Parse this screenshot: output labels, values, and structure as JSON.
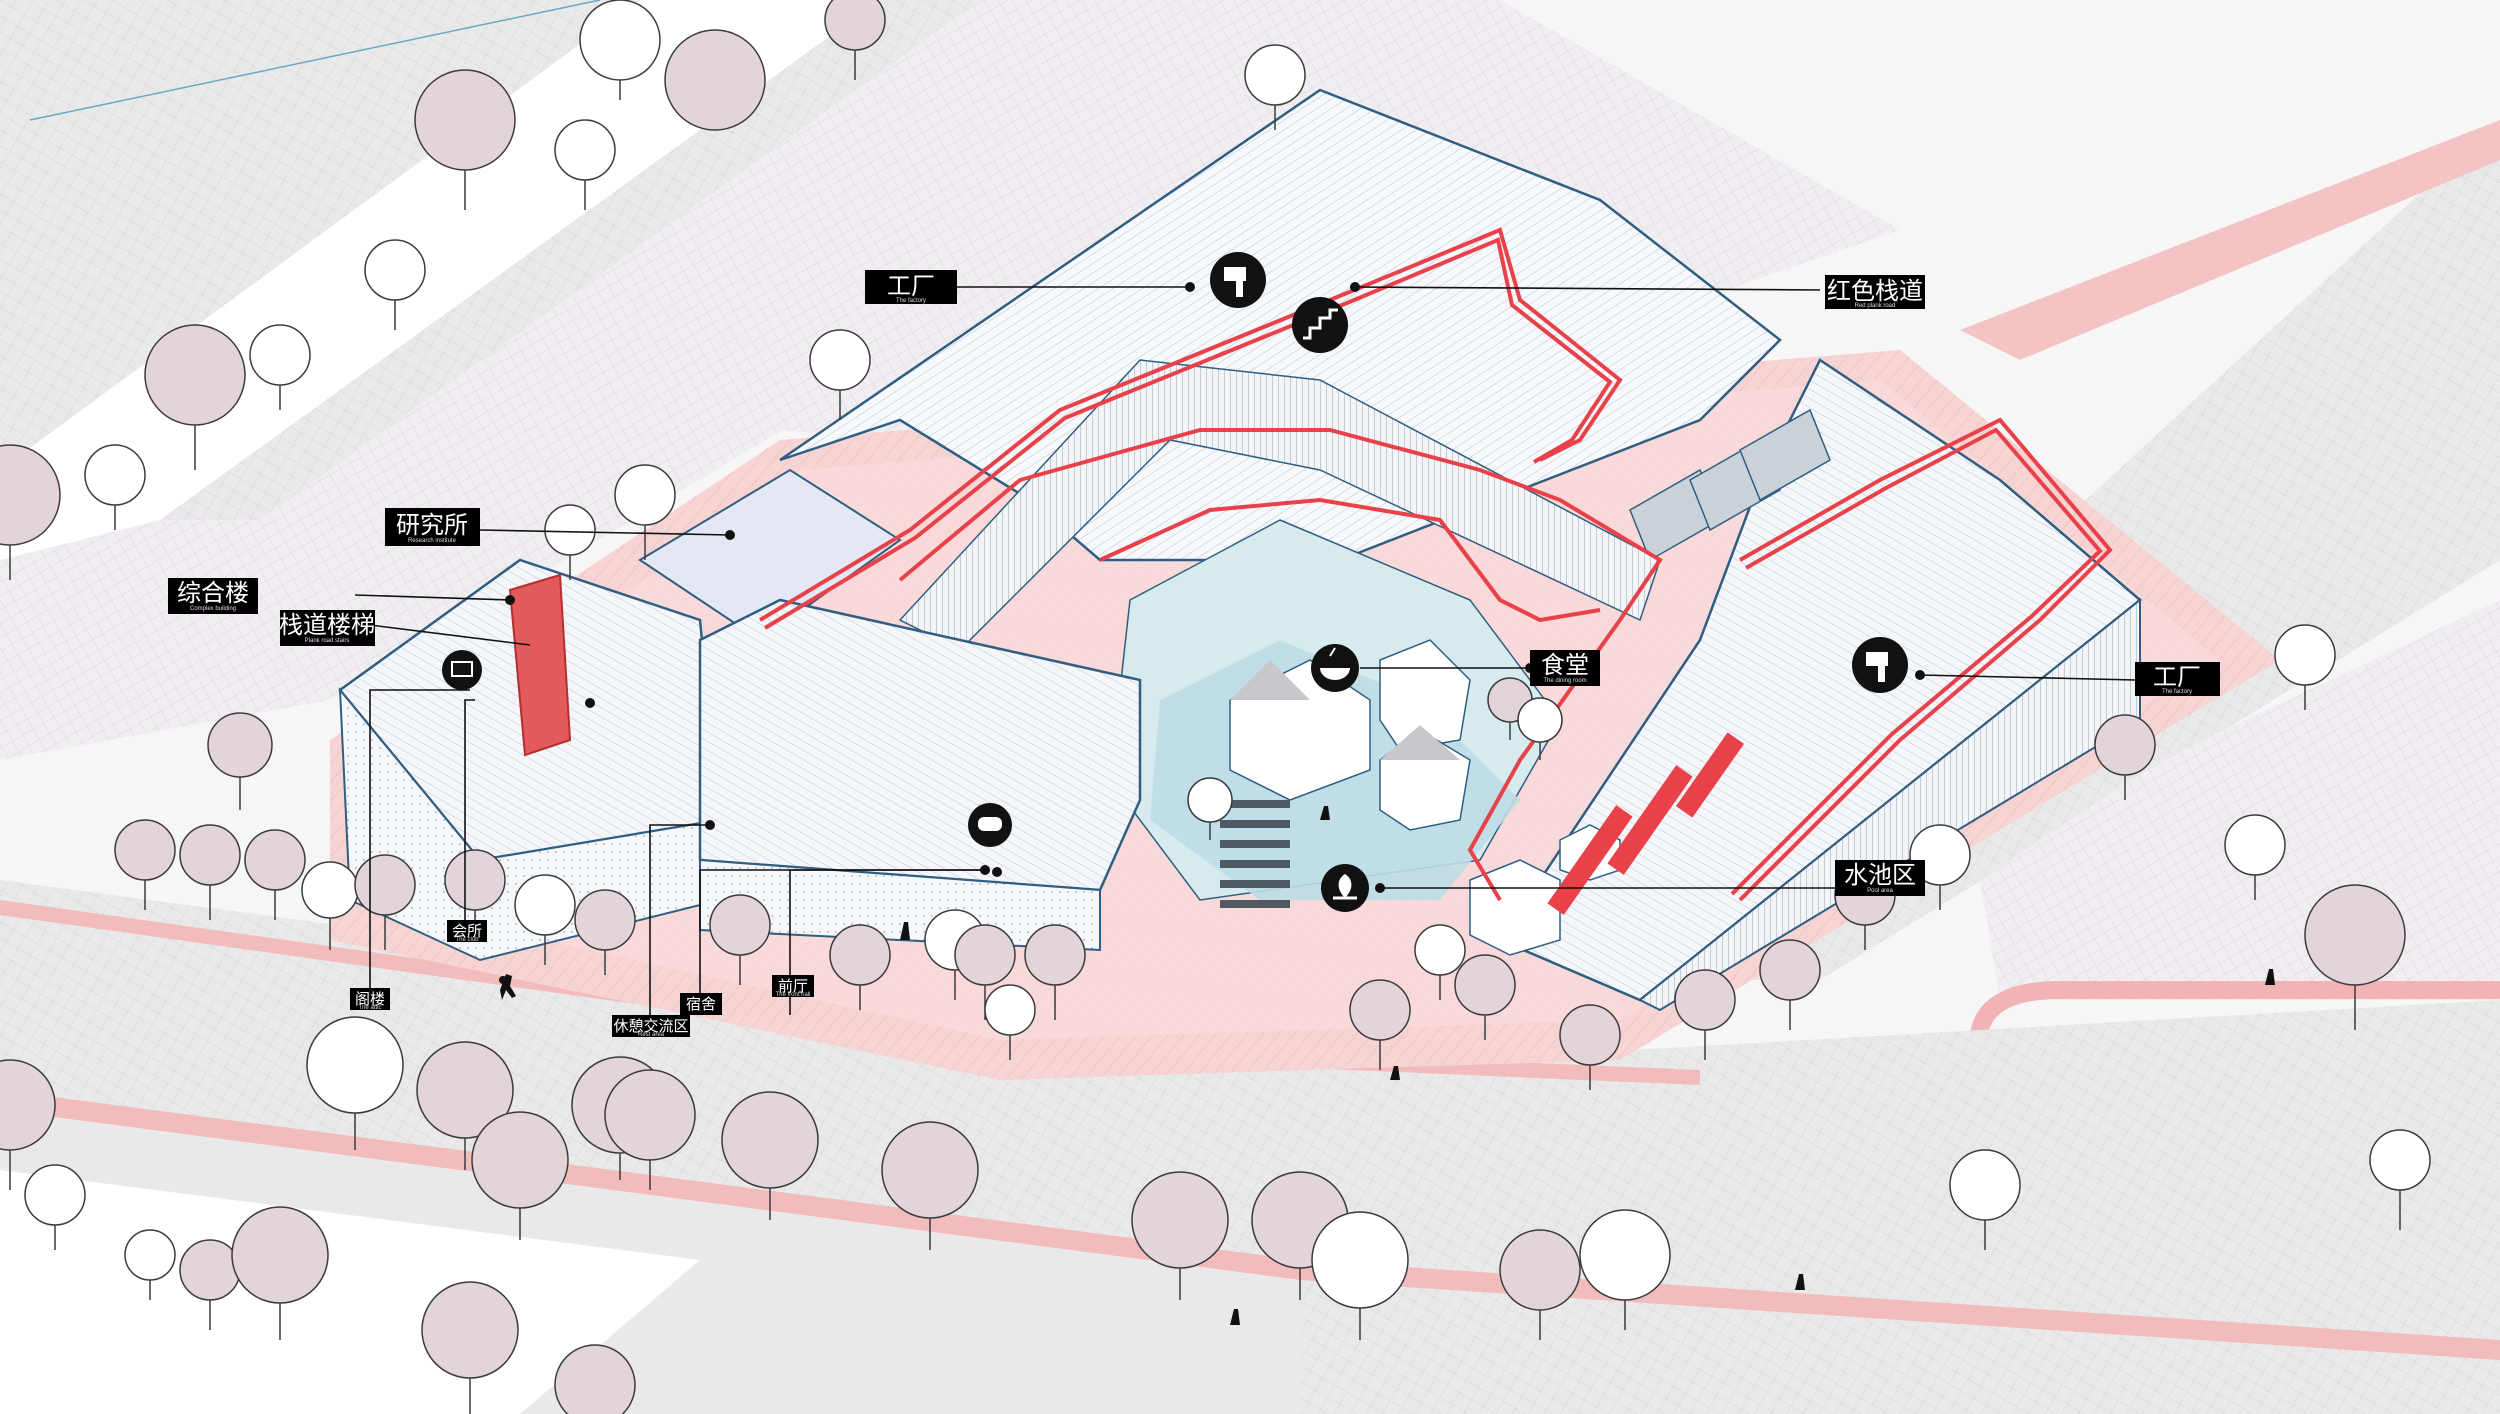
{
  "labels": {
    "factory_top": {
      "zh": "工厂",
      "en": "The factory"
    },
    "red_walkway": {
      "zh": "红色栈道",
      "en": "Red plank road"
    },
    "research": {
      "zh": "研究所",
      "en": "Research institute"
    },
    "complex": {
      "zh": "综合楼",
      "en": "Complex building"
    },
    "stair": {
      "zh": "栈道楼梯",
      "en": "Plank road stairs"
    },
    "canteen": {
      "zh": "食堂",
      "en": "The dining room"
    },
    "factory_right": {
      "zh": "工厂",
      "en": "The factory"
    },
    "pool": {
      "zh": "水池区",
      "en": "Pool area"
    },
    "clubhouse": {
      "zh": "会所",
      "en": "The club"
    },
    "attic": {
      "zh": "阁楼",
      "en": "The attic"
    },
    "lounge": {
      "zh": "休憩交流区",
      "en": "Rest area"
    },
    "dorm": {
      "zh": "宿舍",
      "en": ""
    },
    "lobby": {
      "zh": "前厅",
      "en": "The front hall"
    }
  },
  "icons": [
    "hammer-icon",
    "stairs-icon",
    "hammer-icon",
    "bowl-icon",
    "plant-icon",
    "building-icon",
    "tunnel-icon"
  ],
  "colors": {
    "red": "#e8414a",
    "pink": "#f4c9c9",
    "road": "#e6e6e6",
    "water": "#bcdde5",
    "outline": "#2f5e80",
    "tree": "#e2d4da",
    "label_bg": "#000000"
  }
}
